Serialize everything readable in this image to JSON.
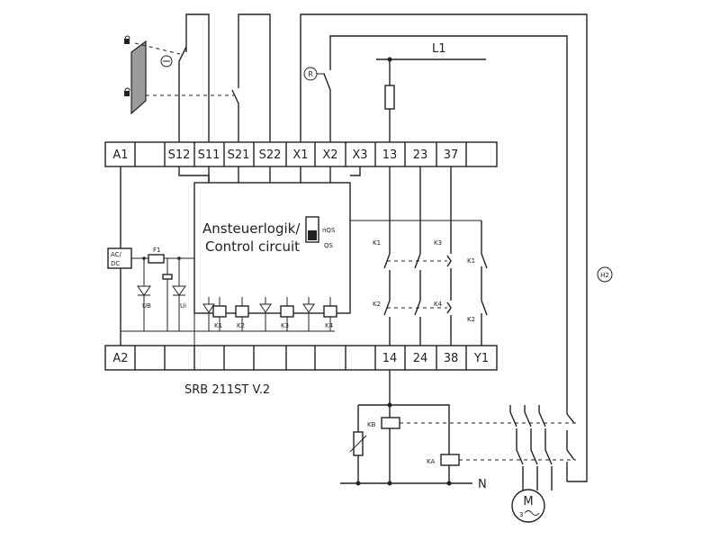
{
  "terminals_top": [
    "A1",
    "S12",
    "S11",
    "S21",
    "S22",
    "X1",
    "X2",
    "X3",
    "13",
    "23",
    "37"
  ],
  "terminals_bottom": [
    "A2",
    "14",
    "24",
    "38",
    "Y1"
  ],
  "device_name": "SRB 211ST V.2",
  "control_box": {
    "line1": "Ansteuerlogik/",
    "line2": "Control circuit",
    "switch_label_top": "nQS",
    "switch_label_bottom": "QS"
  },
  "supply": {
    "l1": "L1",
    "n": "N"
  },
  "labels": {
    "acdc_top": "AC/",
    "acdc_bottom": "DC",
    "fuse": "F1",
    "led_ub": "UB",
    "led_ui": "Ui",
    "relay_k1": "K1",
    "relay_k2": "K2",
    "relay_k3": "K3",
    "relay_k4": "K4",
    "contact_k1_a": "K1",
    "contact_k2_a": "K2",
    "contact_k3": "K3",
    "contact_k4": "K4",
    "aux_k1": "K1",
    "aux_k2": "K2",
    "reset_button": "R",
    "h2": "H2",
    "kb": "KB",
    "ka": "KA",
    "motor_m": "M",
    "motor_3": "3"
  }
}
